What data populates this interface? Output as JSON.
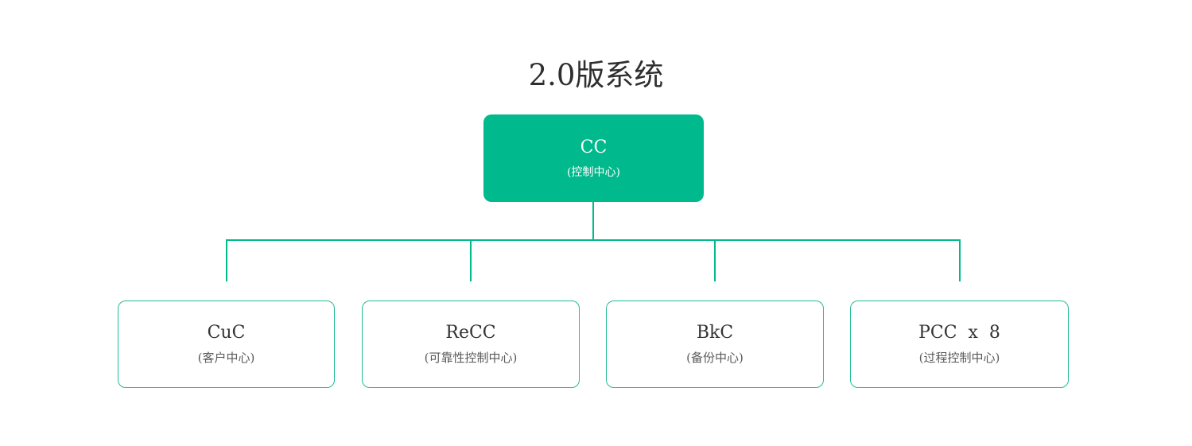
{
  "diagram": {
    "title": "2.0版系统",
    "root": {
      "title": "CC",
      "subtitle": "(控制中心)"
    },
    "children": [
      {
        "title": "CuC",
        "subtitle": "(客户中心)"
      },
      {
        "title": "ReCC",
        "subtitle": "(可靠性控制中心)"
      },
      {
        "title": "BkC",
        "subtitle": "(备份中心)"
      },
      {
        "title": "PCC  x  8",
        "subtitle": "(过程控制中心)"
      }
    ],
    "colors": {
      "accent": "#00B98C",
      "child_border": "#21BC93",
      "root_text": "#FFFFFF",
      "node_title_text": "#333333",
      "node_subtitle_text": "#595959",
      "page_title_text": "#2F2F2F",
      "background": "#FFFFFF"
    }
  }
}
